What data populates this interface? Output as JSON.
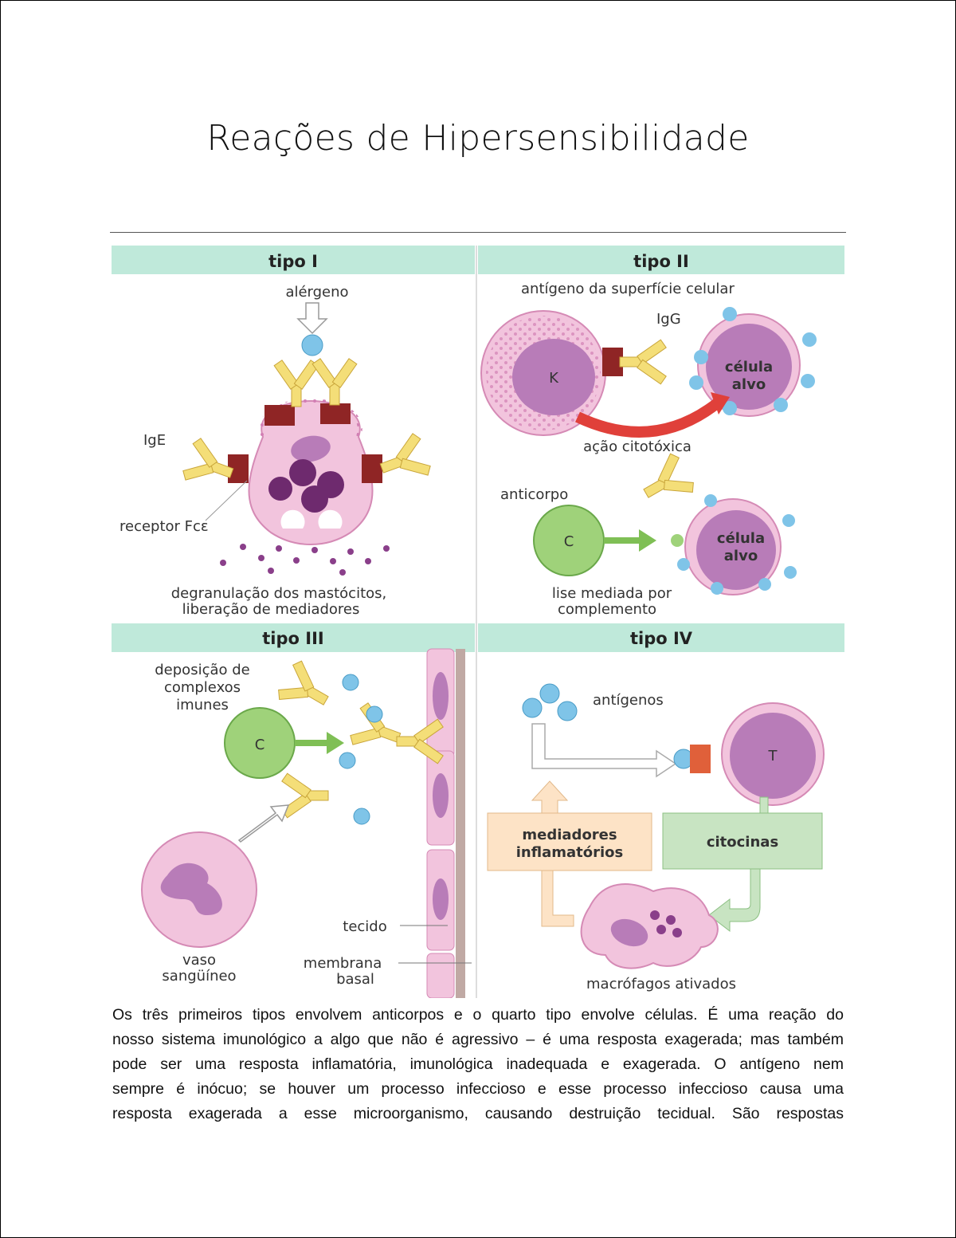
{
  "page": {
    "title": "Reações de Hipersensibilidade"
  },
  "figure": {
    "panels": {
      "tipo1": {
        "header": "tipo I",
        "allergen": "alérgeno",
        "ige": "IgE",
        "receptor": "receptor Fcε",
        "caption_line1": "degranulação dos mastócitos,",
        "caption_line2": "liberação de mediadores"
      },
      "tipo2": {
        "header": "tipo II",
        "surface_antigen": "antígeno da superfície celular",
        "igg": "IgG",
        "k_cell": "K",
        "target_cell_line1": "célula",
        "target_cell_line2": "alvo",
        "cytotoxic": "ação citotóxica",
        "antibody": "anticorpo",
        "complement": "C",
        "lysis_line1": "lise mediada por",
        "lysis_line2": "complemento"
      },
      "tipo3": {
        "header": "tipo III",
        "deposition_line1": "deposição de",
        "deposition_line2": "complexos",
        "deposition_line3": "imunes",
        "complement": "C",
        "tissue": "tecido",
        "vessel_line1": "vaso",
        "vessel_line2": "sangüíneo",
        "membrane_line1": "membrana",
        "membrane_line2": "basal"
      },
      "tipo4": {
        "header": "tipo IV",
        "antigens": "antígenos",
        "t_cell": "T",
        "mediators_line1": "mediadores",
        "mediators_line2": "inflamatórios",
        "cytokines": "citocinas",
        "macrophages": "macrófagos ativados"
      }
    },
    "colors": {
      "header_bg": "#bfe9da",
      "cell_pink": "#f2c4dd",
      "nucleus_purple": "#b87cb8",
      "antigen_blue": "#7fc4e8",
      "antibody_yellow": "#f4de78",
      "receptor_maroon": "#8f2525",
      "complement_green": "#9fd27a"
    }
  },
  "body": {
    "lines": [
      "Os três primeiros tipos envolvem anticorpos e o quarto tipo envolve células. É uma reação do",
      "nosso sistema imunológico a algo que não é agressivo – é uma resposta exagerada; mas também",
      "pode ser uma resposta inflamatória, imunológica inadequada e exagerada. O antígeno nem",
      "sempre é inócuo; se houver um processo infeccioso e esse processo infeccioso causa uma",
      "resposta exagerada a esse microorganismo, causando destruição tecidual. São respostas"
    ]
  }
}
